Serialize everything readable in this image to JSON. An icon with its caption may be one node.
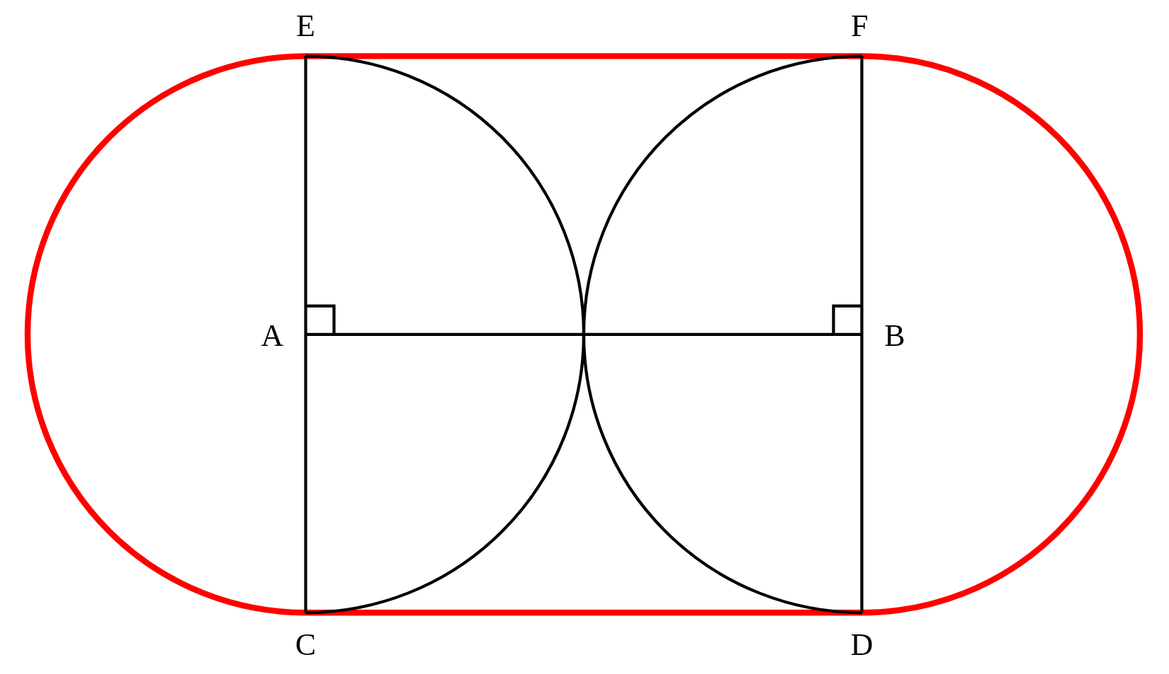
{
  "diagram": {
    "labels": [
      "E",
      "F",
      "A",
      "B",
      "C",
      "D"
    ]
  }
}
